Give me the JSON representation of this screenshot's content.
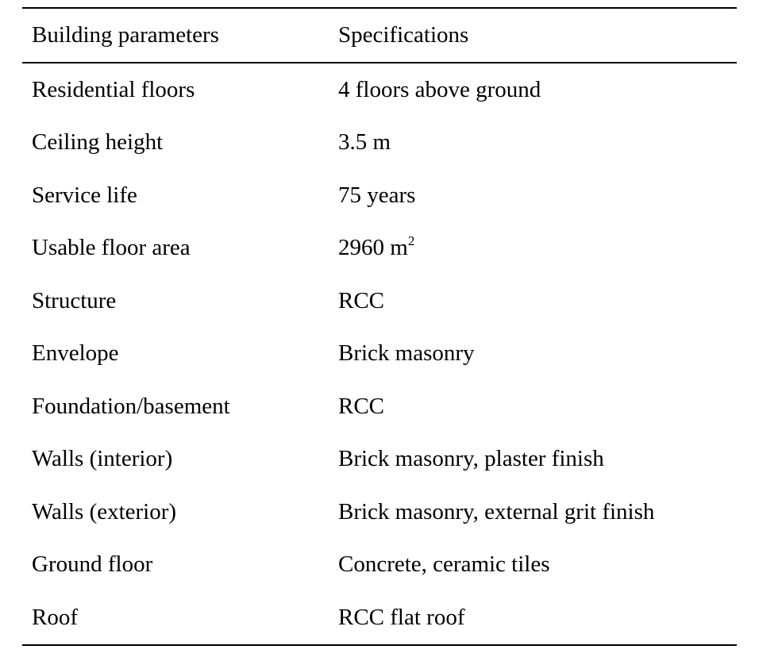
{
  "table": {
    "headers": {
      "parameter": "Building parameters",
      "specification": "Specifications"
    },
    "rows": [
      {
        "parameter": "Residential floors",
        "specification": "4 floors above ground"
      },
      {
        "parameter": "Ceiling height",
        "specification": "3.5 m"
      },
      {
        "parameter": "Service life",
        "specification": "75 years"
      },
      {
        "parameter": "Usable floor area",
        "specification": "2960 m",
        "superscript": "2"
      },
      {
        "parameter": "Structure",
        "specification": "RCC"
      },
      {
        "parameter": "Envelope",
        "specification": "Brick masonry"
      },
      {
        "parameter": "Foundation/basement",
        "specification": "RCC"
      },
      {
        "parameter": "Walls (interior)",
        "specification": "Brick masonry, plaster finish"
      },
      {
        "parameter": "Walls (exterior)",
        "specification": "Brick masonry, external grit finish"
      },
      {
        "parameter": "Ground floor",
        "specification": "Concrete, ceramic tiles"
      },
      {
        "parameter": "Roof",
        "specification": "RCC flat roof"
      }
    ]
  }
}
